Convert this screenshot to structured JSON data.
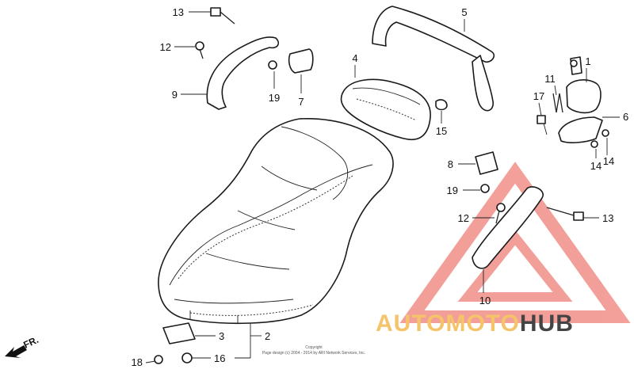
{
  "callouts": {
    "c1": "1",
    "c2": "2",
    "c3": "3",
    "c4": "4",
    "c5": "5",
    "c6": "6",
    "c7": "7",
    "c8": "8",
    "c9": "9",
    "c10": "10",
    "c11": "11",
    "c12a": "12",
    "c12b": "12",
    "c13a": "13",
    "c13b": "13",
    "c14a": "14",
    "c14b": "14",
    "c15": "15",
    "c16": "16",
    "c17": "17",
    "c18": "18",
    "c19a": "19",
    "c19b": "19"
  },
  "direction_label": "FR.",
  "copyright": {
    "line1": "Copyright",
    "line2": "Page design (c) 2004 - 2014 by ARI Network Services, Inc."
  },
  "watermark": {
    "part1": "AUTOMOTO",
    "part2": "HUB",
    "color1": "#f5c46a",
    "color2": "#444444",
    "triangle_color": "#f08078"
  }
}
